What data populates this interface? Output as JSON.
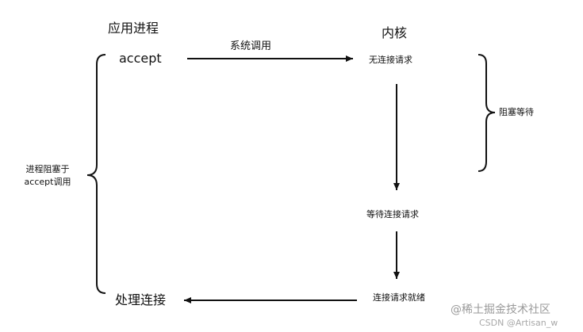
{
  "headers": {
    "process": "应用进程",
    "kernel": "内核"
  },
  "process": {
    "accept": "accept",
    "handle": "处理连接",
    "blocked_line1": "进程阻塞于",
    "blocked_line2": "accept调用"
  },
  "arrows": {
    "syscall": "系统调用"
  },
  "kernel": {
    "no_request": "无连接请求",
    "waiting": "等待连接请求",
    "ready": "连接请求就绪",
    "blocking": "阻塞等待"
  },
  "watermark": {
    "line1": "@稀土掘金技术社区",
    "line2": "CSDN @Artisan_w"
  }
}
